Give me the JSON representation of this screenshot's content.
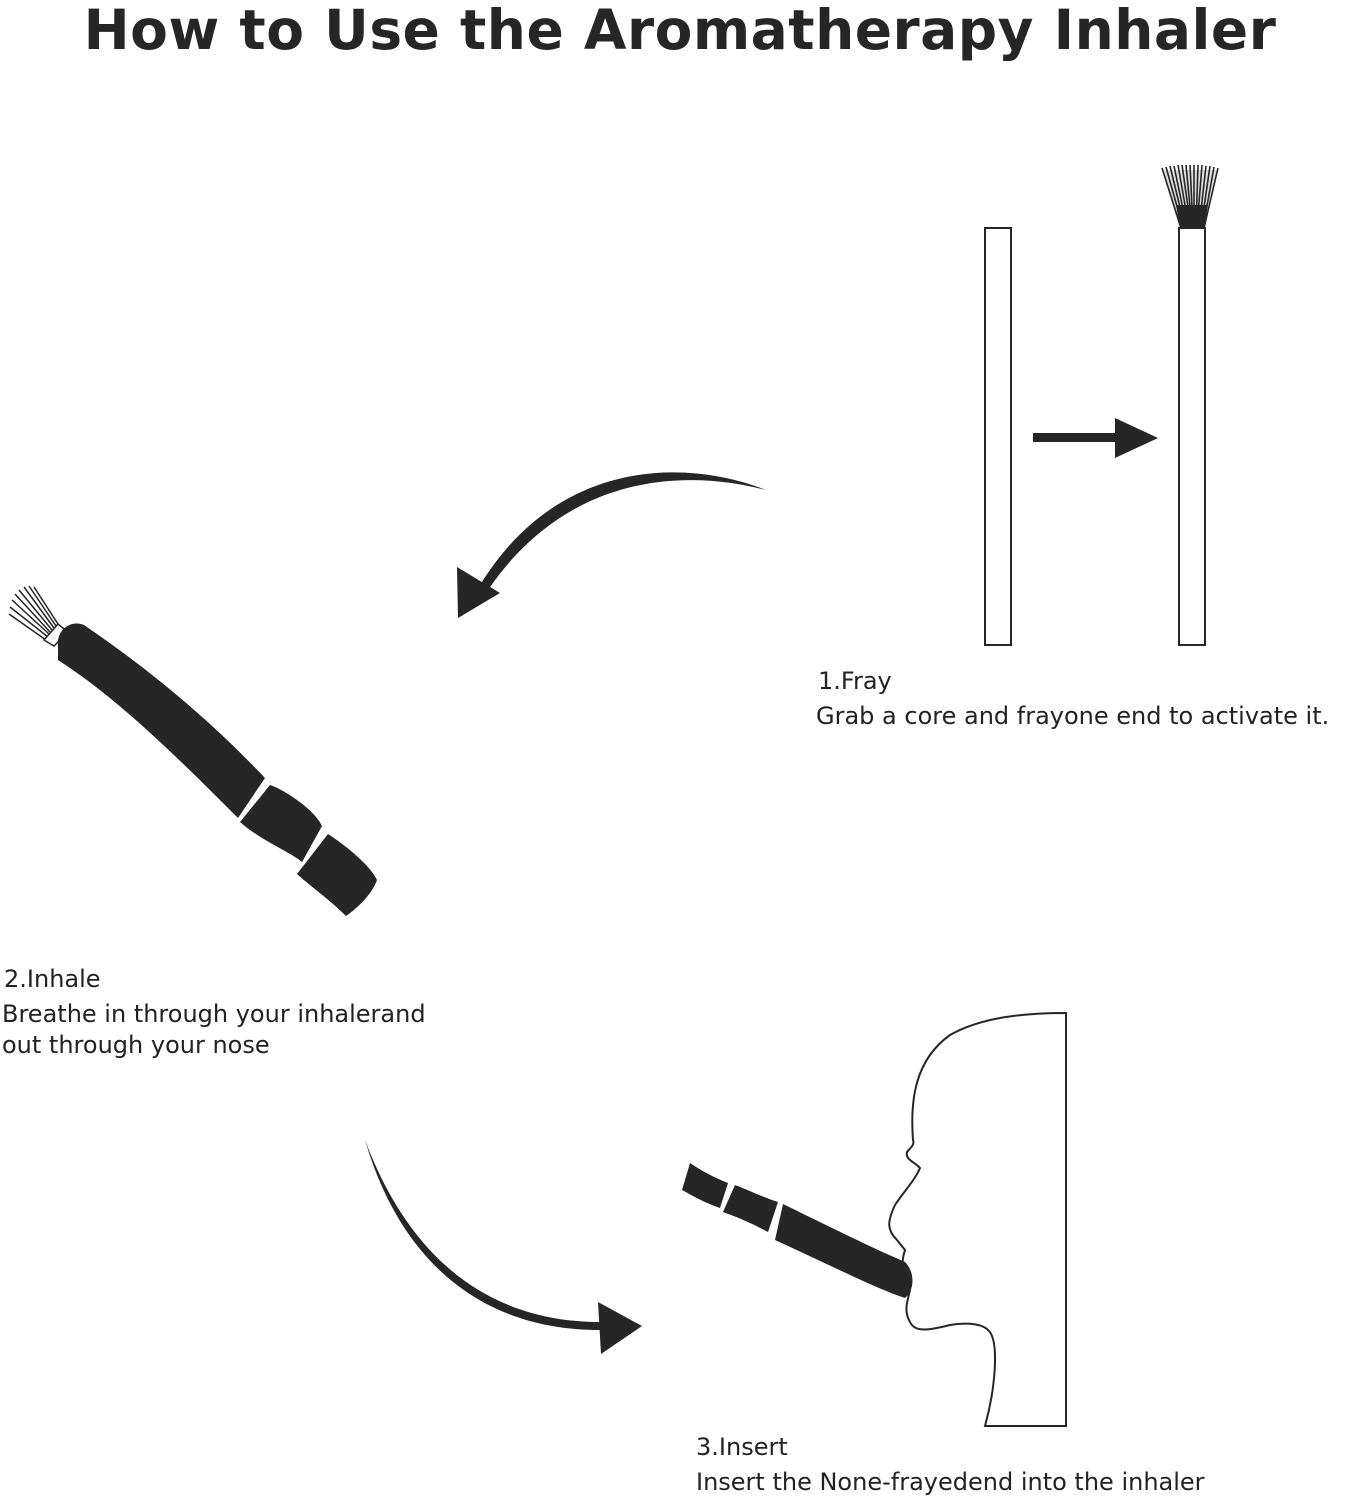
{
  "title": "How to Use the Aromatherapy Inhaler",
  "colors": {
    "ink": "#262626",
    "background": "#ffffff"
  },
  "steps": [
    {
      "label": "1.Fray",
      "description": "Grab a core and frayone end to activate it.",
      "illustration": "cotton-wick-before-after-fray"
    },
    {
      "label": "2.Inhale",
      "description_lines": [
        "Breathe in through your inhalerand",
        "out through your nose"
      ],
      "illustration": "inhaler-with-frayed-wick"
    },
    {
      "label": "3.Insert",
      "description": "Insert the None-frayedend into the inhaler",
      "illustration": "face-profile-with-inhaler"
    }
  ],
  "flow_arrows": [
    "step1-to-step2-curved-arrow",
    "step2-to-step3-curved-arrow",
    "fray-right-arrow"
  ]
}
